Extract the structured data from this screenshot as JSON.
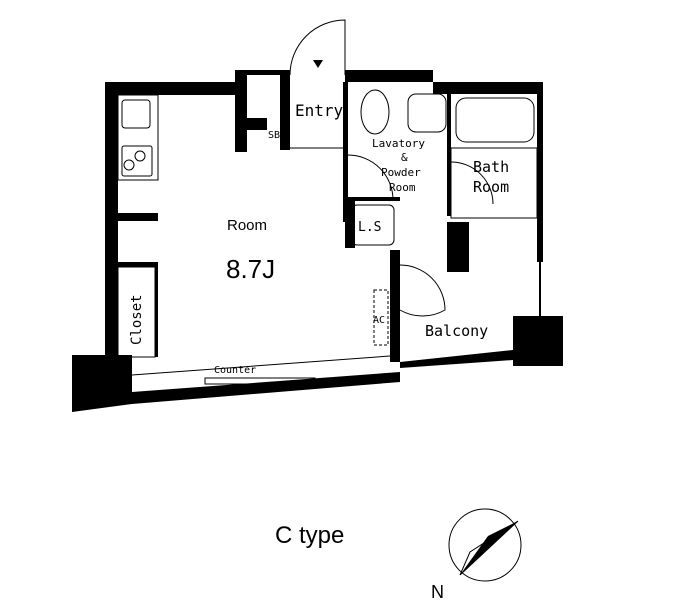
{
  "plan": {
    "rooms": {
      "entry": "Entry",
      "shoe_box": "SB",
      "lavatory_line1": "Lavatory",
      "lavatory_line2": "&",
      "lavatory_line3": "Powder",
      "lavatory_line4": "Room",
      "bath_line1": "Bath",
      "bath_line2": "Room",
      "linen_storage": "L.S",
      "room": "Room",
      "room_size": "8.7J",
      "closet": "Closet",
      "ac": "AC",
      "counter": "Counter",
      "balcony": "Balcony"
    }
  },
  "caption": {
    "type_label": "C type",
    "north_label": "N"
  },
  "colors": {
    "wall": "#000000",
    "line": "#000000",
    "background": "#ffffff"
  }
}
